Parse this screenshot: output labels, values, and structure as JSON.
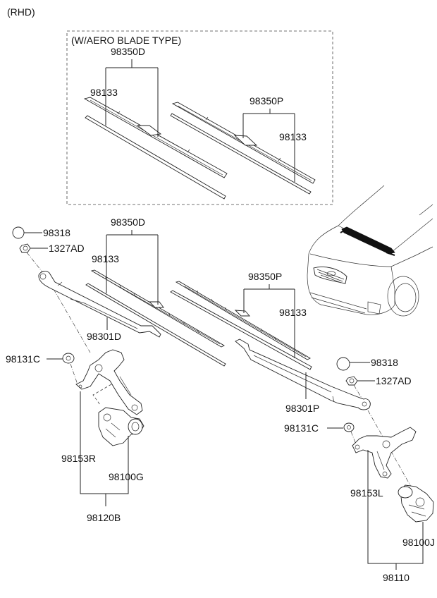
{
  "diagram": {
    "title": "(RHD)",
    "inset": {
      "caption": "(W/AERO BLADE TYPE)",
      "labels": {
        "blade_driver": "98350D",
        "refill_driver": "98133",
        "blade_passenger": "98350P",
        "refill_passenger": "98133"
      }
    },
    "main": {
      "labels": {
        "cap_driver": "98318",
        "nut_driver": "1327AD",
        "blade_driver": "98350D",
        "refill_driver": "98133",
        "arm_driver": "98301D",
        "blade_passenger": "98350P",
        "refill_passenger": "98133",
        "cap_passenger": "98318",
        "nut_passenger": "1327AD",
        "arm_passenger": "98301P",
        "bolt_driver": "98131C",
        "linkage_driver": "98153R",
        "motor_driver": "98100G",
        "assembly_driver": "98120B",
        "bolt_passenger": "98131C",
        "linkage_passenger": "98153L",
        "motor_passenger": "98100J",
        "assembly_passenger": "98110"
      }
    }
  }
}
